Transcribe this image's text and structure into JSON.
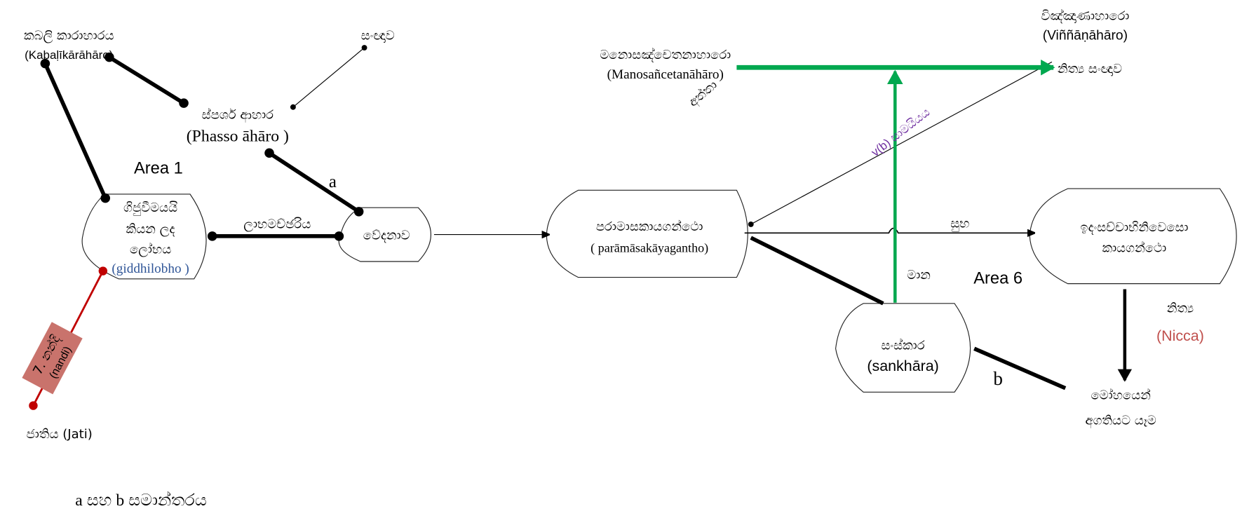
{
  "nodes": {
    "kabali": {
      "si": "කබලි කාරාහාරය",
      "pali": "(Kabaḷīkārāhāro)"
    },
    "sanna": {
      "si": "සංඥාව"
    },
    "phasso": {
      "si": "ස්පර්ශ ආහාර",
      "pali": "(Phasso āhāro )"
    },
    "area1": "Area 1",
    "giddhi": {
      "l1": "ගිජුවීමයයි",
      "l2": "කියන ලද",
      "l3": "ලෝභය",
      "pali": "(giddhilobho )"
    },
    "vedana": {
      "si": "වේදනාව"
    },
    "paramasa": {
      "si": "පරාමාසකායගන්ථො",
      "pali": "( parāmāsakāyagantho)"
    },
    "manosan": {
      "si": "මනොසඤ්චෙතනාහාරො",
      "pali": "(Manosañcetanāhāro)"
    },
    "vinnana": {
      "si": "විඤ්ඤාණාහාරො",
      "pali": "(Viññāṇāhāro)"
    },
    "nicca_sanna": "නිත්‍ය සංඥාව",
    "idam": {
      "l1": "ඉදංසච්චාභිනිවෙසො",
      "l2": "කායගන්ථො"
    },
    "area6": "Area 6",
    "sankhara": {
      "si": "සංස්කාර",
      "pali": "(sankhāra)"
    },
    "nicca": {
      "si": "නිත්‍ය",
      "pali": "(Nicca)"
    },
    "moha": {
      "l1": "මෝහයෙන්",
      "l2": "අගතියට යෑම"
    },
    "jati": "ජාතිය (Jati)"
  },
  "edge_labels": {
    "a": "a",
    "b": "b",
    "labha": "ලාභමච්ඡරිය",
    "atta": "අත්තා",
    "vb": "v(b) සාමයියය",
    "subha": "සුභ",
    "mana": "මාන",
    "nandi_1": "7. නන්දි",
    "nandi_2": "(nandi)"
  },
  "footer": "a සහ b සමාන්තරය",
  "colors": {
    "green": "#00a84f",
    "red": "#c00000",
    "blue": "#2f5597",
    "purple": "#7030a0",
    "nicca": "#c0504d",
    "nandi_box": "#c9736c"
  }
}
